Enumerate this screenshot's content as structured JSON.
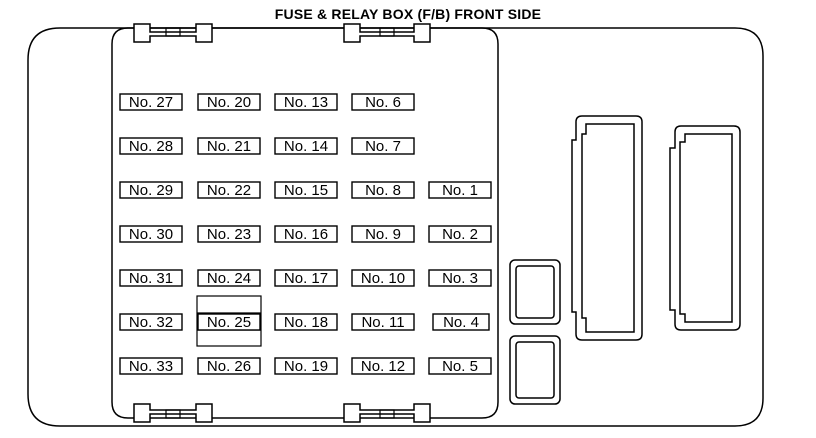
{
  "title": "FUSE & RELAY BOX (F/B) FRONT SIDE",
  "fuses": {
    "col1": [
      "No. 27",
      "No. 28",
      "No. 29",
      "No. 30",
      "No. 31",
      "No. 32",
      "No. 33"
    ],
    "col2": [
      "No. 20",
      "No. 21",
      "No. 22",
      "No. 23",
      "No. 24",
      "No. 25",
      "No. 26"
    ],
    "col3": [
      "No. 13",
      "No. 14",
      "No. 15",
      "No. 16",
      "No. 17",
      "No. 18",
      "No. 19"
    ],
    "col4": [
      "No. 6",
      "No. 7",
      "No. 8",
      "No. 9",
      "No. 10",
      "No. 11",
      "No. 12"
    ],
    "col5": [
      "No. 1",
      "No. 2",
      "No. 3",
      "No. 4",
      "No. 5"
    ]
  },
  "colors": {
    "line": "#000000",
    "background": "#ffffff"
  }
}
